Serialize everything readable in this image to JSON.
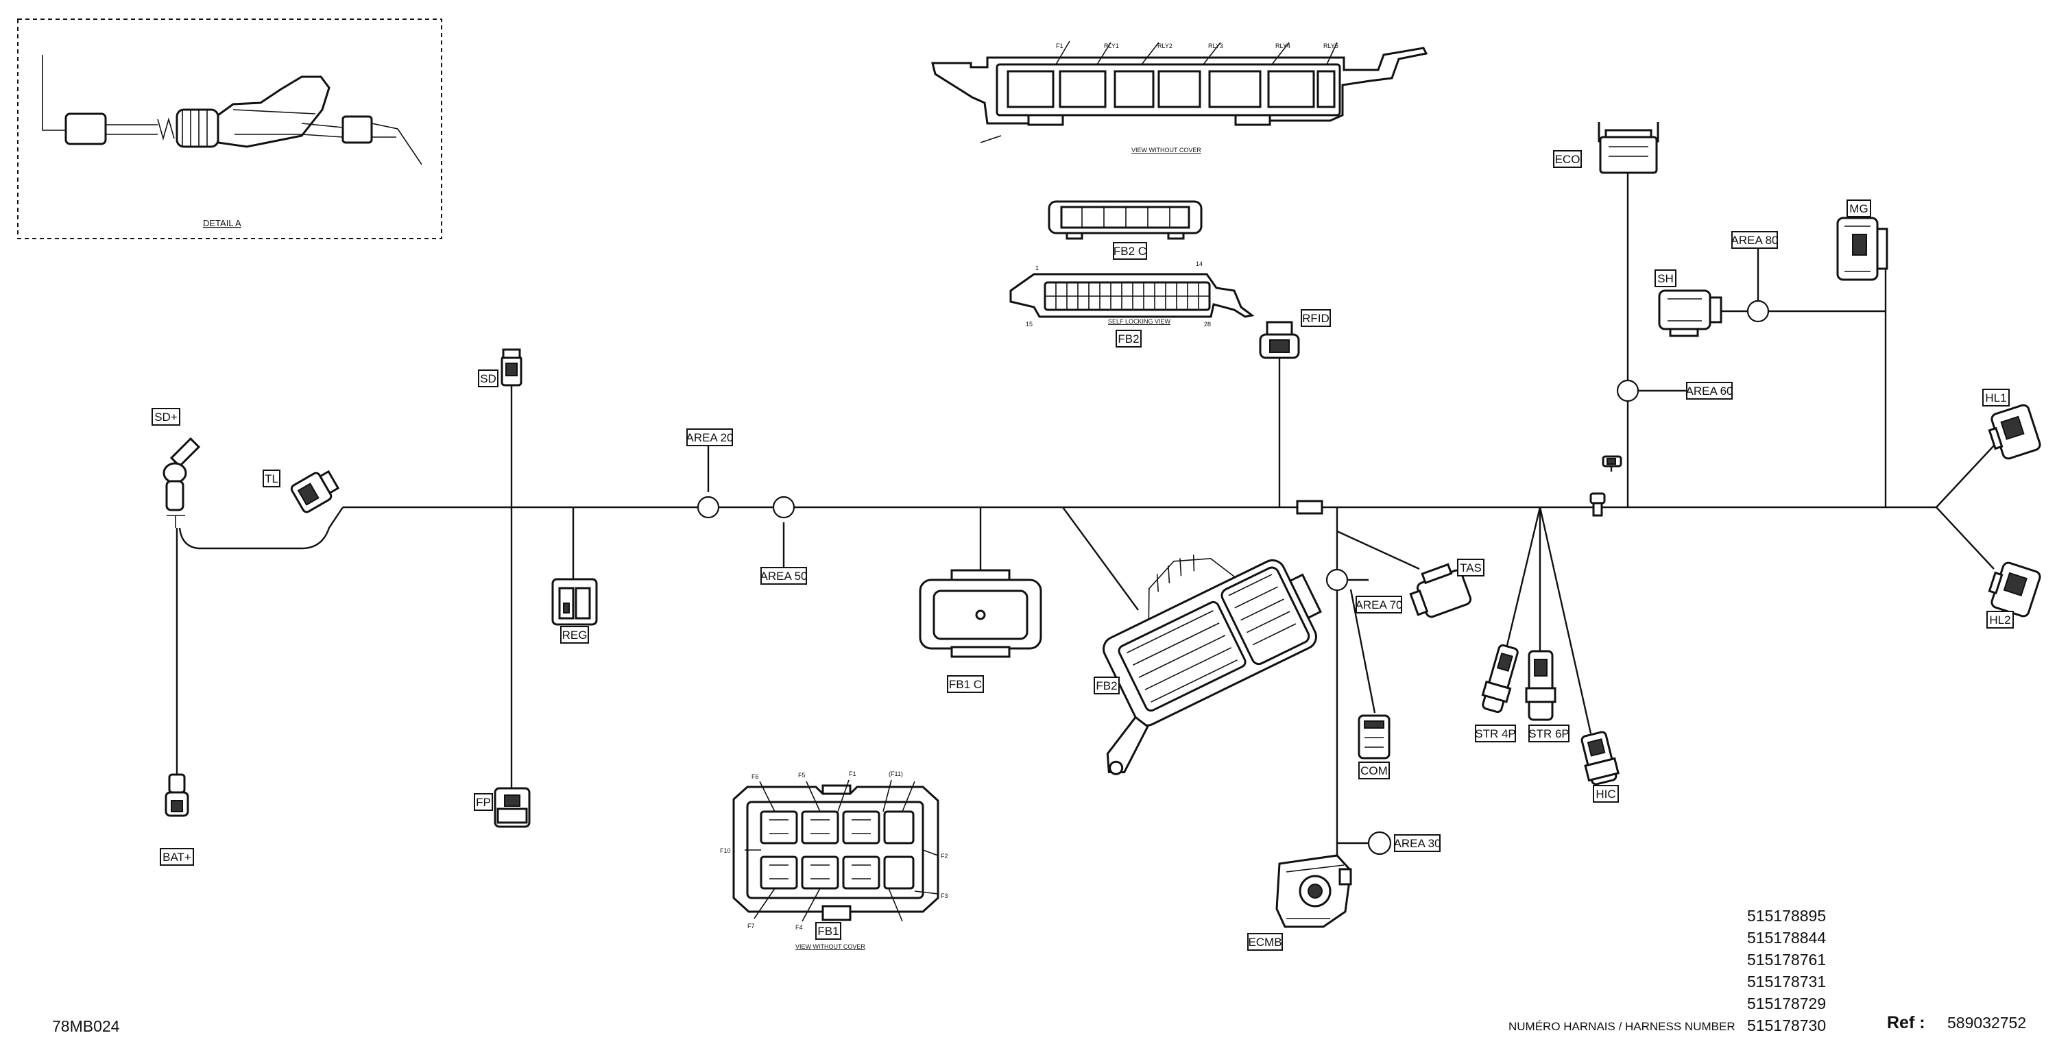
{
  "detail_a": {
    "caption": "DETAIL A"
  },
  "labels": {
    "sd_plus": "SD+",
    "tl": "TL",
    "sd": "SD",
    "reg": "REG",
    "fp": "FP",
    "bat_plus": "BAT+",
    "area_20": "AREA 20",
    "area_50": "AREA 50",
    "fb1_c": "FB1 C",
    "fb1": "FB1",
    "fb2_c": "FB2 C",
    "fb2_connector": "FB2",
    "fb2_module": "FB2",
    "rfid": "RFID",
    "area_70": "AREA 70",
    "tas": "TAS",
    "com": "COM",
    "area_30": "AREA 30",
    "ecmb": "ECMB",
    "str_4p": "STR 4P",
    "str_6p": "STR 6P",
    "hic": "HIC",
    "eco": "ECO",
    "sh": "SH",
    "area_80": "AREA 80",
    "mg": "MG",
    "area_60": "AREA 60",
    "hl1": "HL1",
    "hl2": "HL2"
  },
  "captions": {
    "fb1_cover": "VIEW WITHOUT COVER",
    "fuse_box_cover": "VIEW WITHOUT COVER",
    "fb2_view": "SELF LOCKING VIEW"
  },
  "fb1_pins": {
    "f6": "F6",
    "f5": "F5",
    "f1": "F1",
    "f11": "(F11)",
    "f10": "F10",
    "f2": "F2",
    "f7": "F7",
    "f4": "F4",
    "f3": "F3"
  },
  "fuse_box_pins": {
    "f1": "F1",
    "r1": "RLY1",
    "r2": "RLY2",
    "r3": "RLY3",
    "r4": "RLY4",
    "r5": "RLY5"
  },
  "fb2_pins": {
    "p1": "1",
    "p14": "14",
    "p15": "15",
    "p28": "28"
  },
  "footer": {
    "drawing_code": "78MB024",
    "harness_caption": "NUMÉRO HARNAIS / HARNESS NUMBER",
    "harness_numbers": [
      "515178895",
      "515178844",
      "515178761",
      "515178731",
      "515178729",
      "515178730"
    ],
    "ref_label": "Ref :",
    "ref_value": "589032752"
  }
}
